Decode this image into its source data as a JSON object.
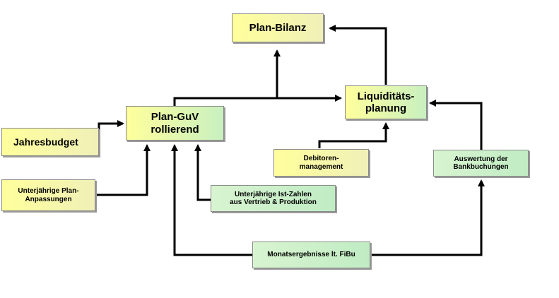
{
  "nodes": {
    "plan_bilanz": "Plan-Bilanz",
    "plan_guv_line1": "Plan-GuV",
    "plan_guv_line2": "rollierend",
    "liquiditaet_line1": "Liquiditäts-",
    "liquiditaet_line2": "planung",
    "jahresbudget": "Jahresbudget",
    "plan_anpassungen_line1": "Unterjährige Plan-",
    "plan_anpassungen_line2": "Anpassungen",
    "ist_zahlen_line1": "Unterjährige Ist-Zahlen",
    "ist_zahlen_line2": "aus  Vertrieb & Produktion",
    "debitoren_line1": "Debitoren-",
    "debitoren_line2": "management",
    "bankbuchungen_line1": "Auswertung der",
    "bankbuchungen_line2": "Bankbuchungen",
    "monatsergebnisse": "Monatsergebnisse lt. FiBu"
  },
  "colors": {
    "yellow": "#ffff9c",
    "green": "#c8f0c0",
    "arrow": "#000000"
  }
}
